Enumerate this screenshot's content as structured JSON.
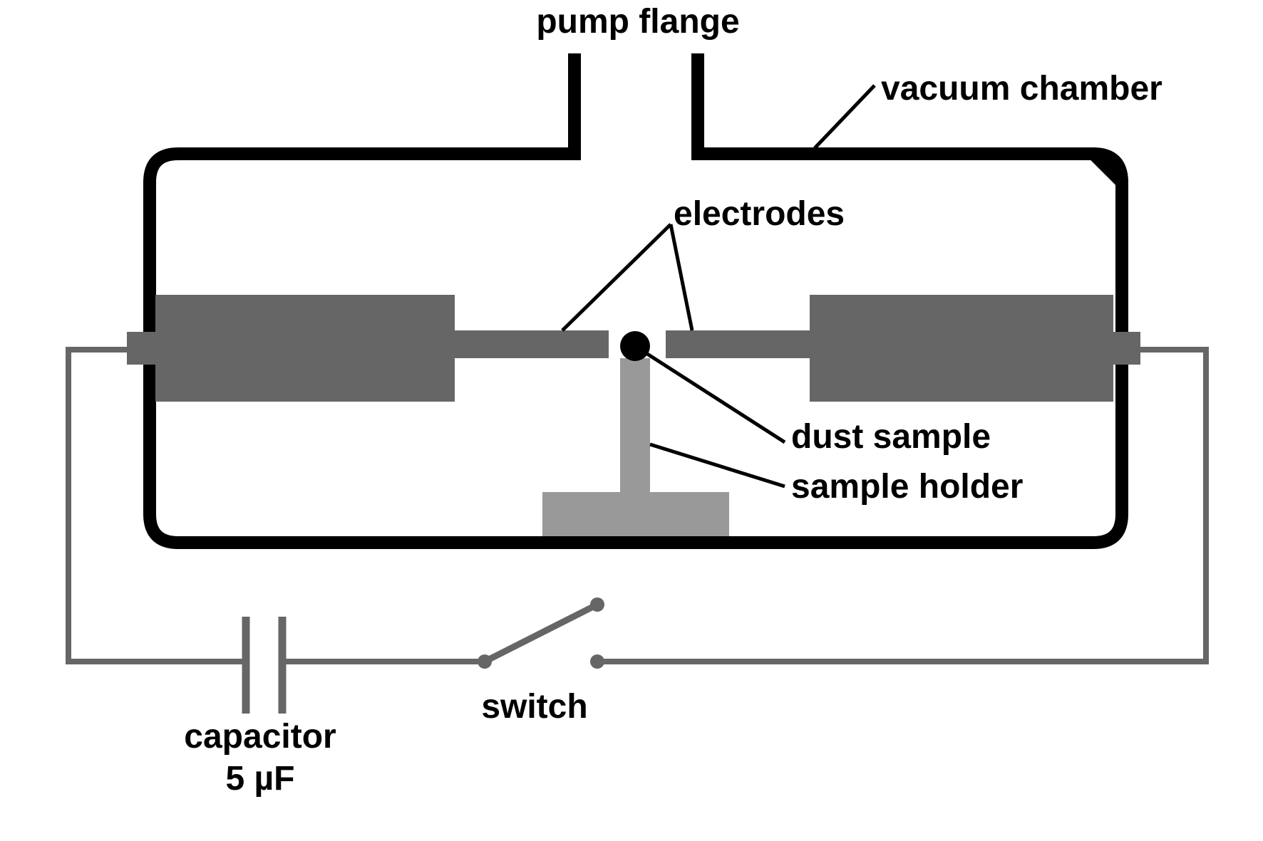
{
  "labels": {
    "pump_flange": "pump flange",
    "vacuum_chamber": "vacuum chamber",
    "electrodes": "electrodes",
    "dust_sample": "dust sample",
    "sample_holder": "sample holder",
    "switch": "switch",
    "capacitor": "capacitor",
    "capacitance": "5 µF"
  },
  "colors": {
    "chamber_wall": "#000000",
    "electrode": "#666666",
    "sample_holder": "#999999",
    "circuit_wire": "#666666",
    "dust_sample": "#000000",
    "background": "#ffffff"
  }
}
